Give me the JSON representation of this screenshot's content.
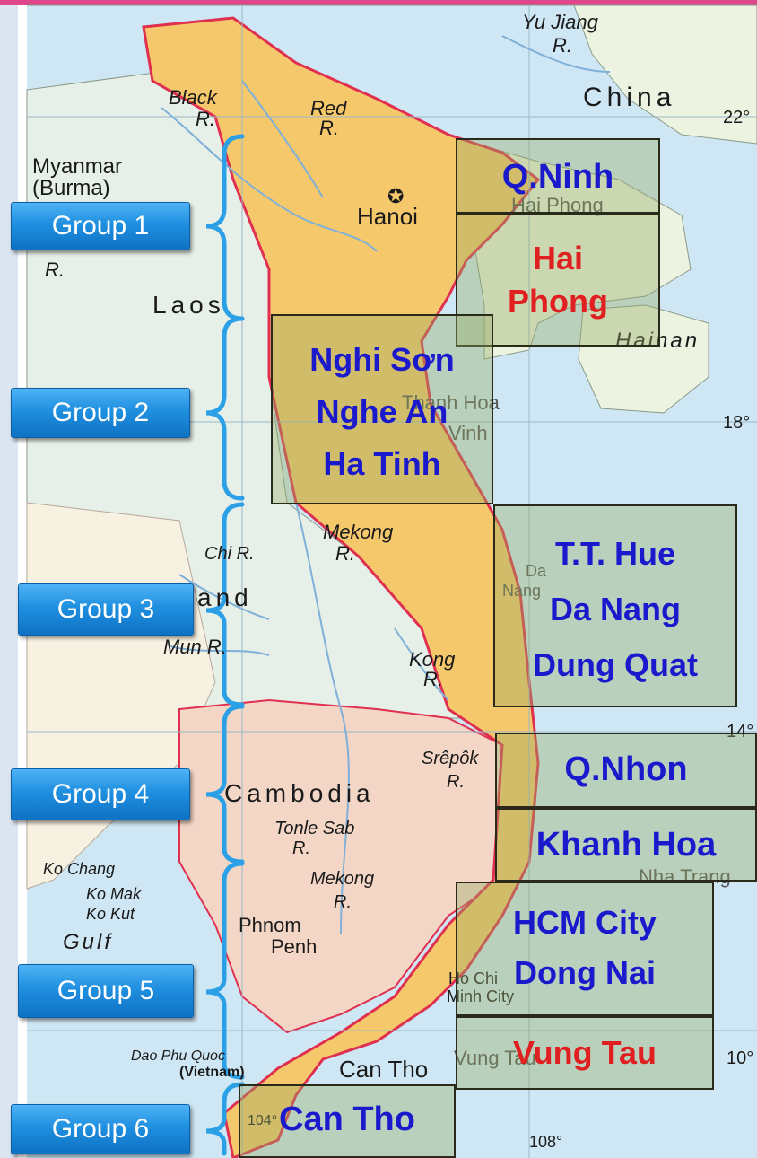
{
  "colors": {
    "sea": "#cfe7f4",
    "vietnam": "#f6c86c",
    "china_laos": "#ecf3e0",
    "cambodia": "#f3d6c6",
    "thailand": "#f7f1e2",
    "border": "#e03050",
    "group_button": "#1f8fe0",
    "label_blue": "#1a1acc",
    "label_red": "#e02020"
  },
  "groups": [
    {
      "label": "Group 1"
    },
    {
      "label": "Group 2"
    },
    {
      "label": "Group 3"
    },
    {
      "label": "Group 4"
    },
    {
      "label": "Group 5"
    },
    {
      "label": "Group 6"
    }
  ],
  "region_boxes": [
    {
      "lines": [
        "Q.Ninh"
      ],
      "colors": [
        "blue"
      ]
    },
    {
      "lines": [
        "Hai",
        "Phong"
      ],
      "colors": [
        "red",
        "red"
      ]
    },
    {
      "lines": [
        "Nghi Sơn",
        "Nghe An",
        "Ha Tinh"
      ],
      "colors": [
        "blue",
        "blue",
        "blue"
      ]
    },
    {
      "lines": [
        "T.T. Hue",
        "Da Nang",
        "Dung Quat"
      ],
      "colors": [
        "blue",
        "blue",
        "blue"
      ]
    },
    {
      "lines": [
        "Q.Nhon"
      ],
      "colors": [
        "blue"
      ]
    },
    {
      "lines": [
        "Khanh Hoa"
      ],
      "colors": [
        "blue"
      ]
    },
    {
      "lines": [
        "HCM City",
        "Dong Nai"
      ],
      "colors": [
        "blue",
        "blue"
      ]
    },
    {
      "lines": [
        "Vung Tau"
      ],
      "colors": [
        "red"
      ]
    },
    {
      "lines": [
        "Can Tho"
      ],
      "colors": [
        "blue"
      ]
    }
  ],
  "map_labels": {
    "yu_jiang": "Yu Jiang",
    "r1": "R.",
    "china": "China",
    "lat22": "22°",
    "black": "Black",
    "r2": "R.",
    "red": "Red",
    "r3": "R.",
    "myanmar": "Myanmar",
    "burma": "(Burma)",
    "hanoi": "Hanoi",
    "haiphong": "Hai Phong",
    "r4": "R.",
    "laos": "Laos",
    "hainan": "Hainan",
    "thanhhoa": "Thanh Hoa",
    "vinh": "Vinh",
    "lat18": "18°",
    "mekong1": "Mekong",
    "r5": "R.",
    "chi": "Chi R.",
    "thailand_frag": "and",
    "danang1": "Da",
    "danang2": "Nang",
    "mun": "Mun R.",
    "kong": "Kong",
    "r6": "R.",
    "lat14": "14°",
    "srepok": "Srêpôk",
    "r7": "R.",
    "cambodia": "Cambodia",
    "tonle": "Tonle Sab",
    "r8": "R.",
    "kochang": "Ko Chang",
    "komak": "Ko Mak",
    "kokut": "Ko Kut",
    "mekong2": "Mekong",
    "r9": "R.",
    "nhatrang": "Nha Trang",
    "gulf": "Gulf",
    "phnompenh1": "Phnom",
    "phnompenh2": "Penh",
    "hcm1": "Ho Chi",
    "hcm2": "Minh City",
    "phuquoc": "Dao Phu Quoc",
    "vietnam_paren": "(Vietnam)",
    "cantho": "Can Tho",
    "vungtau": "Vung Tau",
    "lat10": "10°",
    "lon104": "104°",
    "lon108": "108°"
  }
}
